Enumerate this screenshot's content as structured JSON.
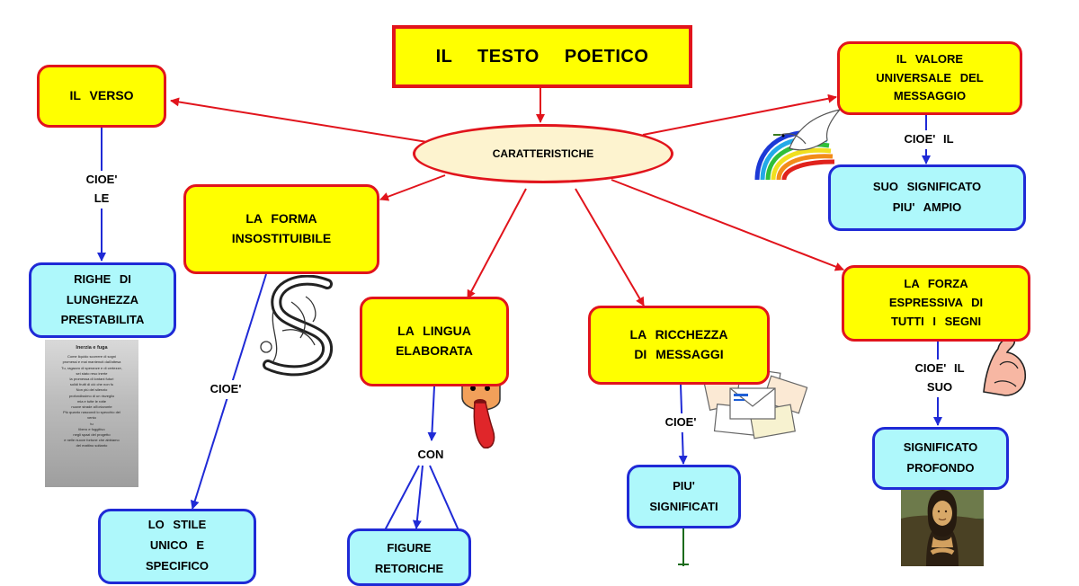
{
  "title": "IL TESTO POETICO",
  "center": "CARATTERISTICHE",
  "nodes": {
    "verso": "IL VERSO",
    "righe": "RIGHE DI\nLUNGHEZZA\nPRESTABILITA",
    "forma": "LA FORMA\nINSOSTITUIBILE",
    "stile": "LO STILE\nUNICO E\nSPECIFICO",
    "lingua": "LA LINGUA\nELABORATA",
    "figure": "FIGURE\nRETORICHE",
    "ricchezza": "LA RICCHEZZA\nDI MESSAGGI",
    "piu": "PIU'\nSIGNIFICATI",
    "valore": "IL VALORE\nUNIVERSALE DEL\nMESSAGGIO",
    "suo_significato": "SUO SIGNIFICATO\nPIU' AMPIO",
    "forza": "LA FORZA\nESPRESSIVA DI\nTUTTI I SEGNI",
    "profondo": "SIGNIFICATO\nPROFONDO"
  },
  "labels": {
    "cioe_le": "CIOE'\nLE",
    "cioe_forma": "CIOE'",
    "con": "CON",
    "cioe_ricchezza": "CIOE'",
    "cioe_il": "CIOE' IL",
    "cioe_il_suo": "CIOE' IL\nSUO"
  },
  "poem": {
    "title": "Inerzia e fuga",
    "text": "Come liquido scorrere di sogni\npromessi e mai mantenuti dall'attesa\nTu, ragazzo di speranze e di certezze,\nsei stato reso inerte\nla promessa di lontani futuri\nsolidi frutti di ciò che non fu\nNon più del silenzio\nprofondissimo di un risveglio\nmia e tutte le rotte\nnuove strade all'orizzonte\nPiù quanto nascondi lo specchio del\nvento\ntu\nlibero e fuggitivo\nnegli spazi del progetto\ne nelle nuove fortune che abbiamo\ndel mattino soltanto"
  },
  "colors": {
    "yellow": "#ffff00",
    "cyan": "#aef8fb",
    "red": "#e1141c",
    "blue": "#1f2ad6",
    "green": "#1c6b1c",
    "ellipse": "#fdf3cf"
  },
  "icons": [
    "dove-rainbow-icon",
    "ornate-s-letter-icon",
    "tongue-face-icon",
    "envelopes-icon",
    "flexed-arm-icon",
    "mona-lisa-painting"
  ]
}
